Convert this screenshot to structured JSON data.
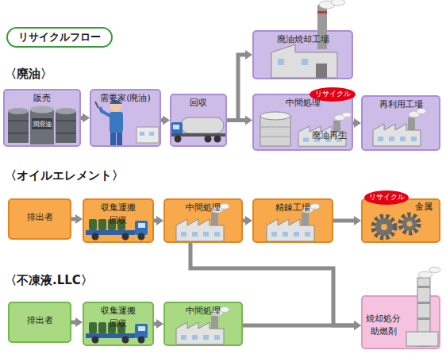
{
  "diagram": {
    "title": "リサイクルフロー",
    "nodes": [
      {
        "text": [
          "販売"
        ]
      },
      {
        "text": [
          "需要家(廃油)"
        ]
      },
      {
        "text": [
          "回収"
        ]
      },
      {
        "text": [
          "廃油焼却工場"
        ]
      },
      {
        "text": [
          "中間処理",
          "廃油再生"
        ]
      },
      {
        "text": [
          "リサイクル"
        ],
        "in": 4
      },
      {
        "text": [
          "再利用工場"
        ]
      },
      {
        "text": [
          "排出者"
        ]
      },
      {
        "text": [
          "収集運搬",
          "回収"
        ]
      },
      {
        "text": [
          "中間処理"
        ]
      },
      {
        "text": [
          "精錬工場"
        ]
      },
      {
        "text": [
          "金属"
        ]
      },
      {
        "text": [
          "リサイクル"
        ],
        "in": 11
      },
      {
        "text": [
          "排出者"
        ]
      },
      {
        "text": [
          "収集運搬",
          "回収"
        ]
      },
      {
        "text": [
          "中間処理"
        ]
      },
      {
        "text": [
          "焼却処分",
          "助燃剤"
        ]
      }
    ],
    "edges": [
      {
        "from": 0,
        "to": 1,
        "arrow": "to"
      },
      {
        "from": 1,
        "to": 2,
        "arrow": "to"
      },
      {
        "from": 2,
        "to": 3,
        "arrow": "to"
      },
      {
        "from": 2,
        "to": 4,
        "arrow": "to"
      },
      {
        "from": 4,
        "to": 6,
        "arrow": "to"
      },
      {
        "from": 7,
        "to": 8,
        "arrow": "to"
      },
      {
        "from": 8,
        "to": 9,
        "arrow": "to"
      },
      {
        "from": 9,
        "to": 10,
        "arrow": "to"
      },
      {
        "from": 10,
        "to": 11,
        "arrow": "to"
      },
      {
        "from": 9,
        "to": 16,
        "arrow": "to"
      },
      {
        "from": 13,
        "to": 14,
        "arrow": "to"
      },
      {
        "from": 14,
        "to": 15,
        "arrow": "to"
      },
      {
        "from": 15,
        "to": 16,
        "arrow": "to"
      }
    ],
    "labels": [
      "〈廃油〉",
      "〈オイルエレメント〉",
      "〈不凍液.LLC〉",
      "潤滑油"
    ]
  }
}
